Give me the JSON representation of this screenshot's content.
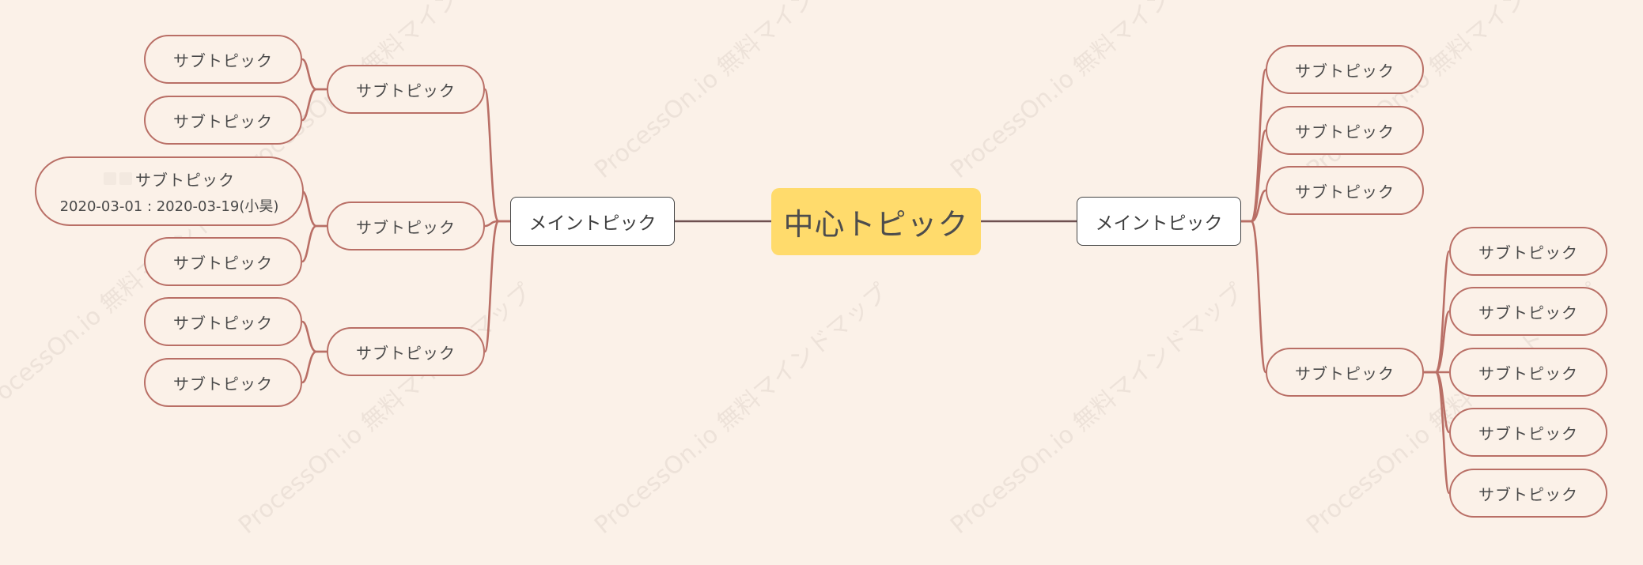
{
  "watermark": "ProcessOn.io 無料マインドマップ",
  "colors": {
    "background": "#fbf1e8",
    "central": "#ffdb6c",
    "connector": "#b96f66",
    "main_connector": "#6e5050"
  },
  "central": {
    "label": "中心トピック"
  },
  "left_main": {
    "label": "メイントピック",
    "subs": [
      {
        "label": "サブトピック",
        "children": [
          {
            "label": "サブトピック"
          },
          {
            "label": "サブトピック"
          }
        ]
      },
      {
        "label": "サブトピック",
        "children": [
          {
            "label": "サブトピック",
            "date": "2020-03-01 : 2020-03-19(小昊)"
          },
          {
            "label": "サブトピック"
          }
        ]
      },
      {
        "label": "サブトピック",
        "children": [
          {
            "label": "サブトピック"
          },
          {
            "label": "サブトピック"
          }
        ]
      }
    ]
  },
  "right_main": {
    "label": "メイントピック",
    "subs": [
      {
        "label": "サブトピック"
      },
      {
        "label": "サブトピック"
      },
      {
        "label": "サブトピック"
      },
      {
        "label": "サブトピック",
        "children": [
          {
            "label": "サブトピック"
          },
          {
            "label": "サブトピック"
          },
          {
            "label": "サブトピック"
          },
          {
            "label": "サブトピック"
          },
          {
            "label": "サブトピック"
          }
        ]
      }
    ]
  }
}
